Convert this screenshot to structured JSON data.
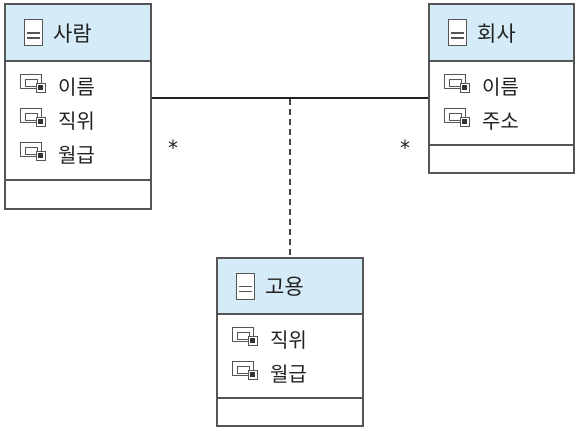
{
  "classes": {
    "person": {
      "name": "사람",
      "attributes": [
        "이름",
        "직위",
        "월급"
      ]
    },
    "company": {
      "name": "회사",
      "attributes": [
        "이름",
        "주소"
      ]
    },
    "employment": {
      "name": "고용",
      "attributes": [
        "직위",
        "월급"
      ]
    }
  },
  "association": {
    "left_multiplicity": "*",
    "right_multiplicity": "*"
  }
}
